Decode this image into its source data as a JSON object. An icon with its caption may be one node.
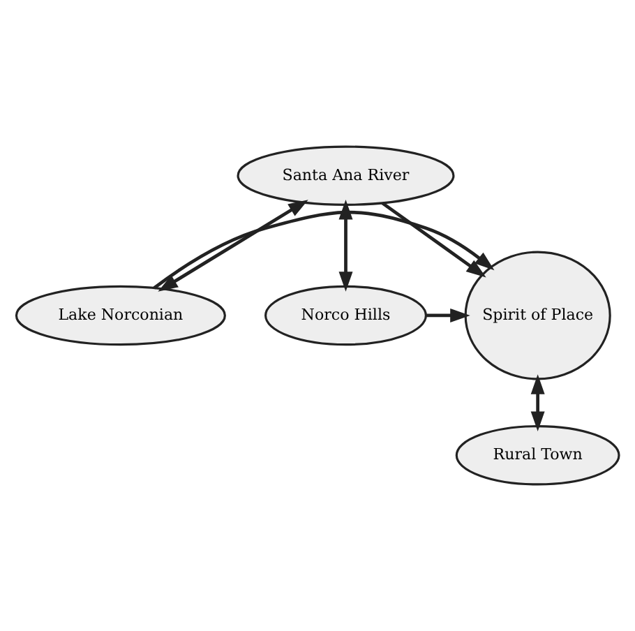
{
  "diagram": {
    "nodes": [
      {
        "text": [
          "Santa Ana River"
        ]
      },
      {
        "text": [
          "Lake Norconian"
        ]
      },
      {
        "text": [
          "Spirit of Place"
        ]
      },
      {
        "text": [
          "Norco Hills"
        ]
      },
      {
        "text": [
          "Rural Town"
        ]
      }
    ],
    "edges": [
      {
        "from": 0,
        "to": 1,
        "arrow": "both"
      },
      {
        "from": 0,
        "to": 3,
        "arrow": "both"
      },
      {
        "from": 0,
        "to": 2,
        "arrow": "to"
      },
      {
        "from": 1,
        "to": 2,
        "arrow": "to"
      },
      {
        "from": 3,
        "to": 2,
        "arrow": "to"
      },
      {
        "from": 2,
        "to": 4,
        "arrow": "both"
      }
    ]
  }
}
